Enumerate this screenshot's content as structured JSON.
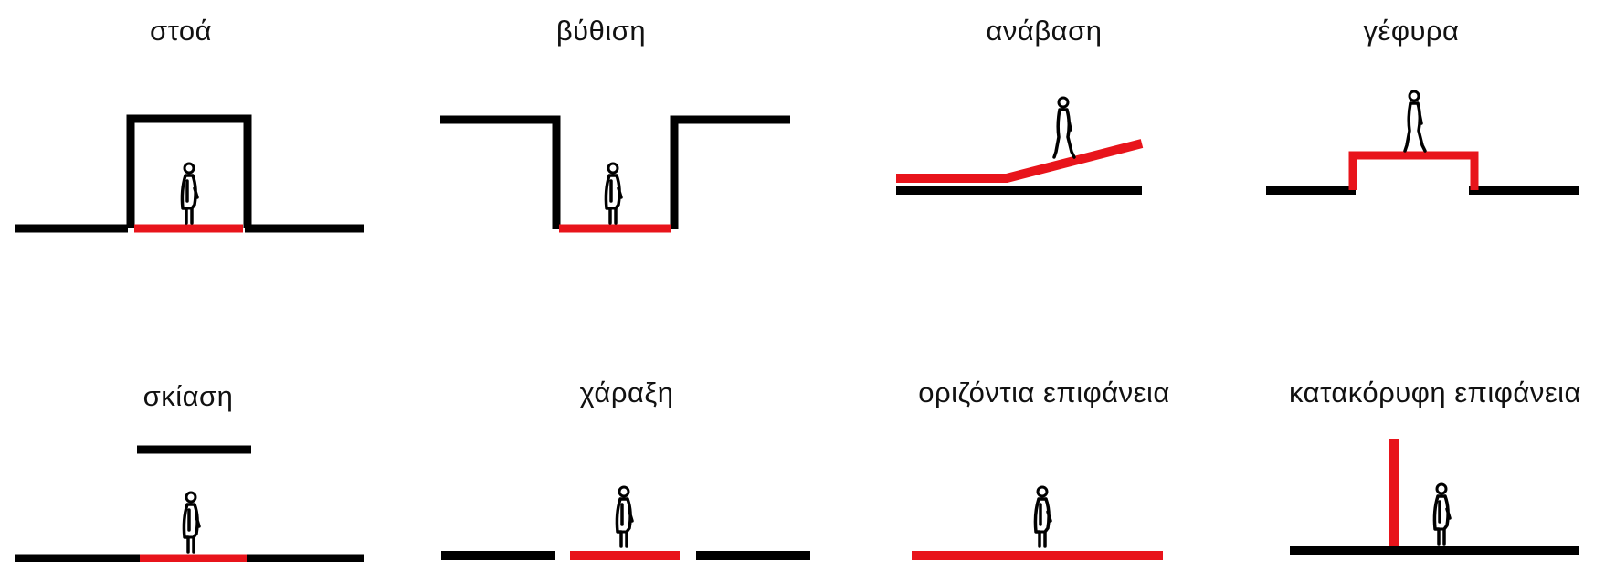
{
  "panels": [
    {
      "id": "stoa",
      "title": "στοά"
    },
    {
      "id": "vythisi",
      "title": "βύθιση"
    },
    {
      "id": "anavasi",
      "title": "ανάβαση"
    },
    {
      "id": "gefyra",
      "title": "γέφυρα"
    },
    {
      "id": "skiasi",
      "title": "σκίαση"
    },
    {
      "id": "charaxi",
      "title": "χάραξη"
    },
    {
      "id": "orizontia",
      "title": "οριζόντια επιφάνεια"
    },
    {
      "id": "katakoryfi",
      "title": "κατακόρυφη επιφάνεια"
    }
  ],
  "colors": {
    "structure": "#000000",
    "highlight": "#e8141b",
    "text": "#111111",
    "background": "#ffffff"
  }
}
